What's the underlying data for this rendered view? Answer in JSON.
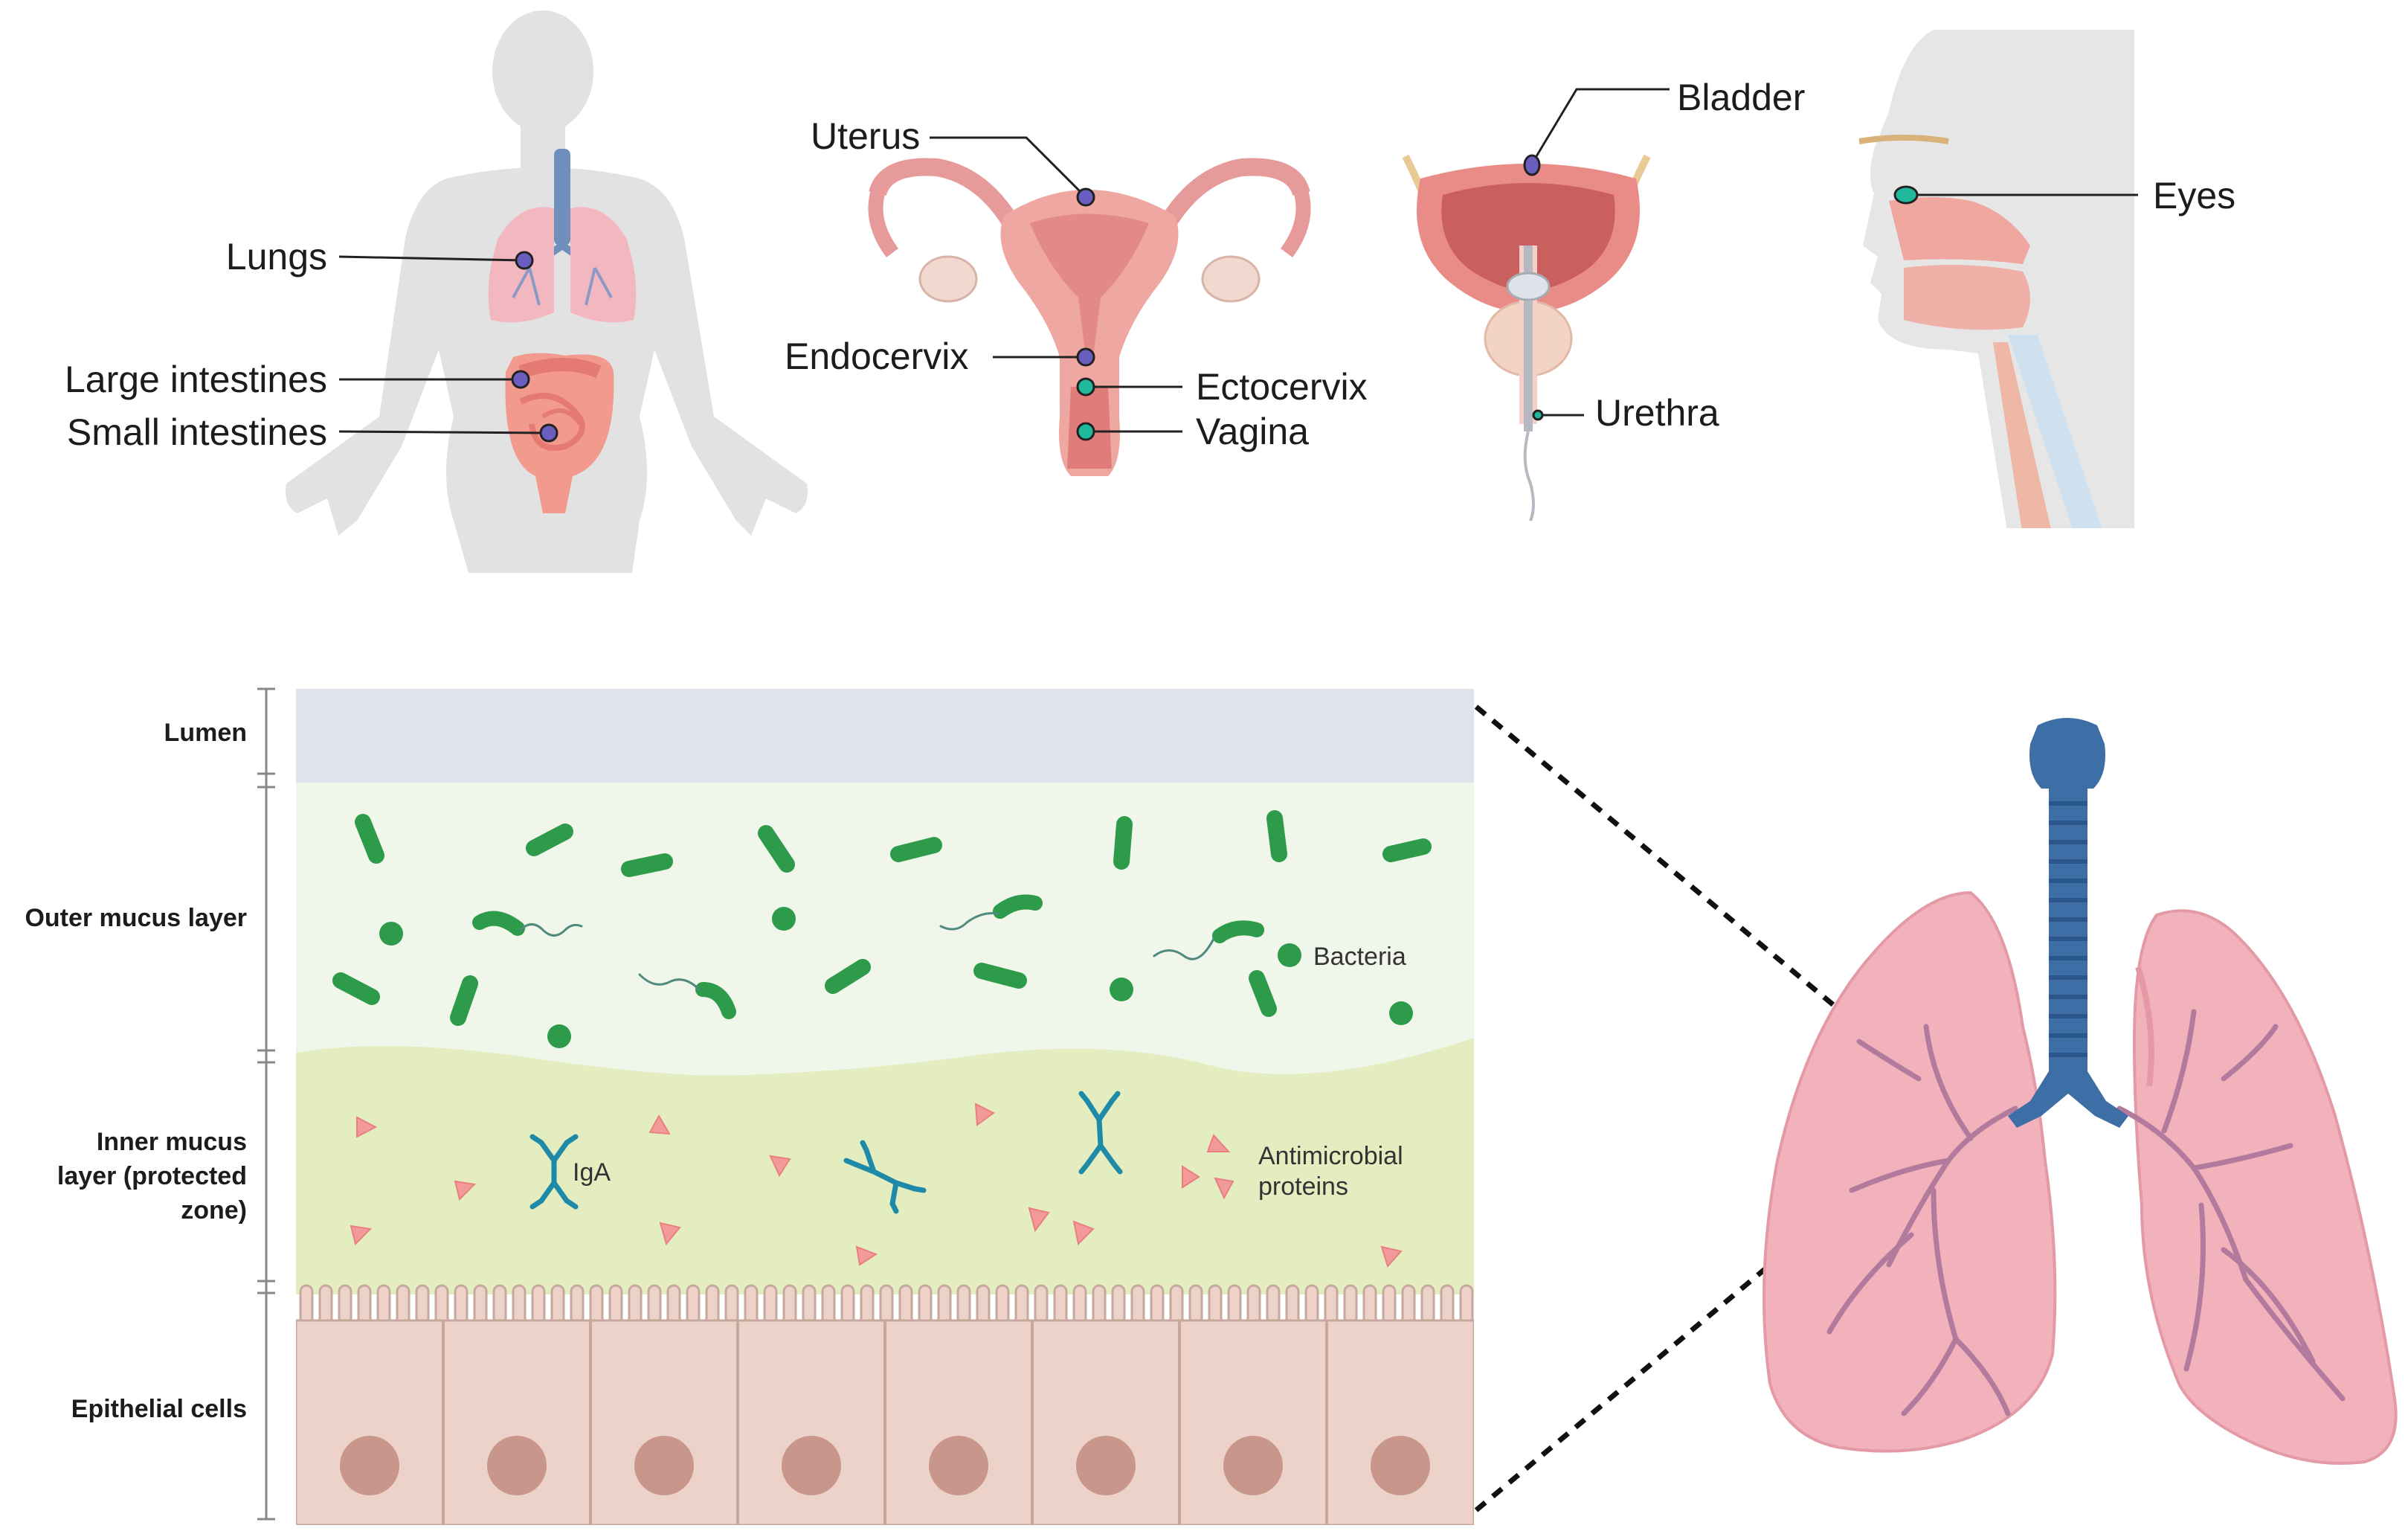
{
  "organs": {
    "lungs": "Lungs",
    "large_intestines": "Large intestines",
    "small_intestines": "Small intestines",
    "uterus": "Uterus",
    "endocervix": "Endocervix",
    "ectocervix": "Ectocervix",
    "vagina": "Vagina",
    "bladder": "Bladder",
    "urethra": "Urethra",
    "eyes": "Eyes"
  },
  "layers": {
    "lumen": "Lumen",
    "outer_mucus": "Outer mucus layer",
    "inner_mucus_line1": "Inner mucus",
    "inner_mucus_line2": "layer (protected",
    "inner_mucus_line3": "zone)",
    "epithelial": "Epithelial cells"
  },
  "legend": {
    "bacteria": "Bacteria",
    "iga": "IgA",
    "antimicrobial_line1": "Antimicrobial",
    "antimicrobial_line2": "proteins"
  },
  "colors": {
    "dot_purple": "#6a5fc1",
    "dot_teal": "#1fb89a",
    "bacteria_green": "#2e9b4b",
    "lumen_fill": "#dfe4ec",
    "outer_mucus_fill": "#f1f6ea",
    "inner_mucus_fill": "#e4edc0",
    "epithelium_fill": "#ecd2c8",
    "nucleus_fill": "#c9968b",
    "trachea_blue": "#3d6ea6",
    "lung_pink": "#f2b2bb",
    "amp_pink": "#f29a9a",
    "iga_blue": "#1f8aa8"
  }
}
